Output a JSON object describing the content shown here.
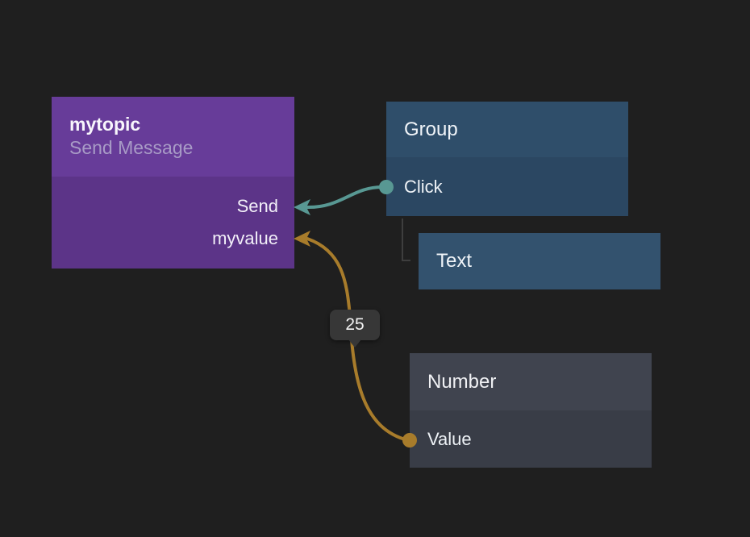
{
  "editor": {
    "background_color": "#1f1f1f"
  },
  "nodes": {
    "mytopic": {
      "title": "mytopic",
      "subtitle": "Send Message",
      "header_color": "#673c99",
      "body_color": "#5c3488",
      "pins": [
        {
          "label": "Send",
          "direction": "input"
        },
        {
          "label": "myvalue",
          "direction": "input"
        }
      ]
    },
    "group": {
      "title": "Group",
      "header_color": "#2f4e6a",
      "body_color": "#2b4762",
      "pins": [
        {
          "label": "Click",
          "direction": "output"
        }
      ]
    },
    "text": {
      "title": "Text",
      "header_color": "#33526e"
    },
    "number": {
      "title": "Number",
      "header_color": "#40444f",
      "body_color": "#393d47",
      "pins": [
        {
          "label": "Value",
          "direction": "output"
        }
      ]
    }
  },
  "connections": [
    {
      "from": "Group.Click",
      "to": "mytopic.Send",
      "color": "#589893"
    },
    {
      "from": "Number.Value",
      "to": "mytopic.myvalue",
      "color": "#a87c2b",
      "value_badge": "25"
    }
  ],
  "tree_link": {
    "from": "Group",
    "to": "Text",
    "color": "#3e3e3e"
  }
}
